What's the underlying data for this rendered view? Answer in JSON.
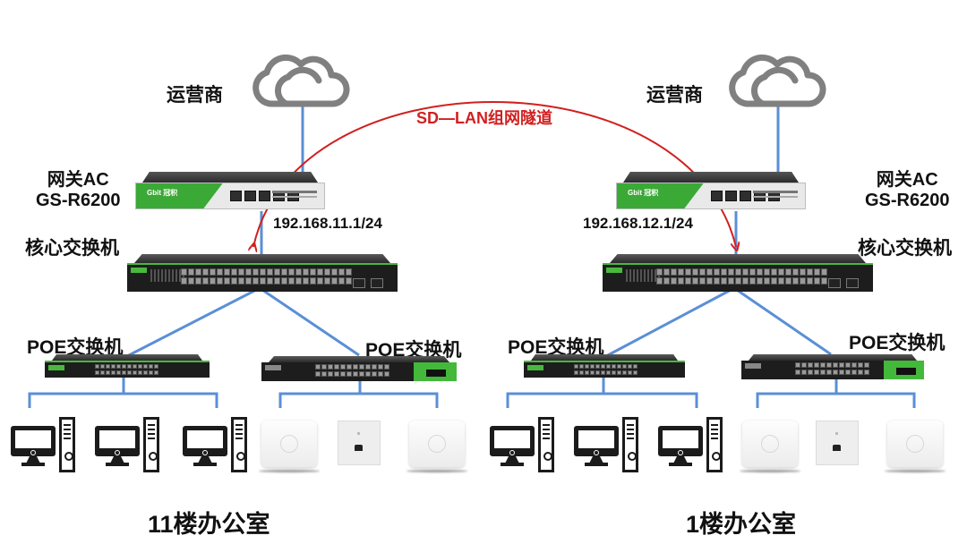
{
  "diagram": {
    "title": "SD-LAN networking between two offices",
    "tunnel": {
      "label": "SD—LAN组网隧道",
      "color": "#d21f1f"
    },
    "link_color": "#5b8fd6",
    "sites": [
      {
        "name": "11楼办公室",
        "isp_label": "运营商",
        "gateway": {
          "label_line1": "网关AC",
          "label_line2": "GS-R6200",
          "brand": "Gbit 冠积"
        },
        "gateway_ip": "192.168.11.1/24",
        "core_switch_label": "核心交换机",
        "poe_switches": [
          {
            "label": "POE交换机",
            "clients": [
              "computer",
              "computer",
              "computer"
            ]
          },
          {
            "label": "POE交换机",
            "clients": [
              "ceiling-ap",
              "panel-ap",
              "ceiling-ap"
            ]
          }
        ]
      },
      {
        "name": "1楼办公室",
        "isp_label": "运营商",
        "gateway": {
          "label_line1": "网关AC",
          "label_line2": "GS-R6200",
          "brand": "Gbit 冠积"
        },
        "gateway_ip": "192.168.12.1/24",
        "core_switch_label": "核心交换机",
        "poe_switches": [
          {
            "label": "POE交换机",
            "clients": [
              "computer",
              "computer",
              "computer"
            ]
          },
          {
            "label": "POE交换机",
            "clients": [
              "ceiling-ap",
              "panel-ap",
              "ceiling-ap"
            ]
          }
        ]
      }
    ]
  }
}
